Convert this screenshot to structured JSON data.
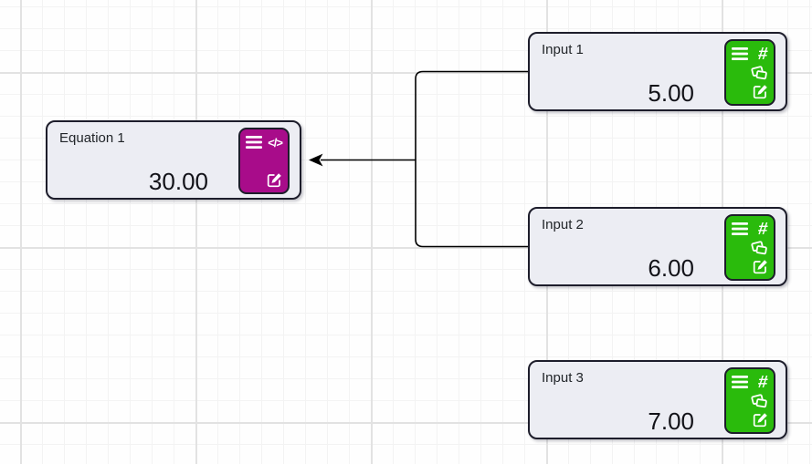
{
  "app": {
    "title": "node-diagram-canvas"
  },
  "colors": {
    "input_accent": "#2abb0c",
    "equation_accent": "#a80c8a",
    "node_bg": "#ecedf3",
    "node_border": "#1d1d2b",
    "edge": "#000000",
    "canvas_bg": "#fefefe",
    "grid_minor": "#f3f3f3",
    "grid_major": "#e2e2e2"
  },
  "icons": {
    "hash_glyph": "#",
    "code_glyph": "</>"
  },
  "nodes": [
    {
      "id": "equation-1",
      "kind": "equation",
      "label": "Equation 1",
      "value": "30.00"
    },
    {
      "id": "input-1",
      "kind": "input",
      "label": "Input 1",
      "value": "5.00"
    },
    {
      "id": "input-2",
      "kind": "input",
      "label": "Input 2",
      "value": "6.00"
    },
    {
      "id": "input-3",
      "kind": "input",
      "label": "Input 3",
      "value": "7.00"
    }
  ],
  "edges": [
    {
      "from": "input-1",
      "to": "equation-1"
    },
    {
      "from": "input-2",
      "to": "equation-1"
    }
  ]
}
